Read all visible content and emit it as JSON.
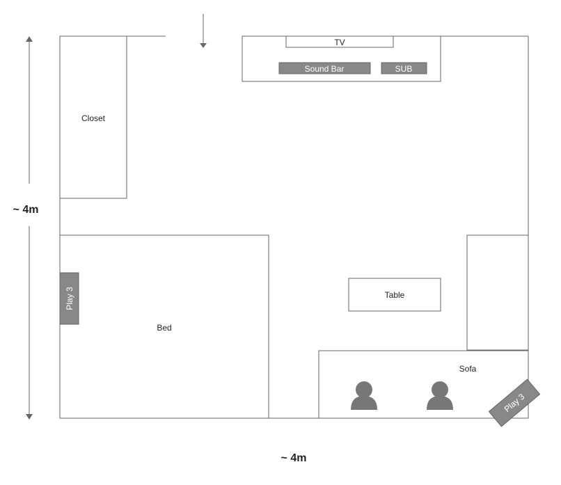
{
  "room": {
    "width_label": "~ 4m",
    "height_label": "~ 4m"
  },
  "furniture": {
    "tv": "TV",
    "sound_bar": "Sound Bar",
    "sub": "SUB",
    "closet": "Closet",
    "bed": "Bed",
    "table": "Table",
    "sofa": "Sofa",
    "speaker_left": "Play 3",
    "speaker_right": "Play 3"
  },
  "colors": {
    "outline": "#666666",
    "speaker_fill": "#888888",
    "person_fill": "#777777"
  },
  "icons": [
    "person-icon",
    "person-icon"
  ]
}
